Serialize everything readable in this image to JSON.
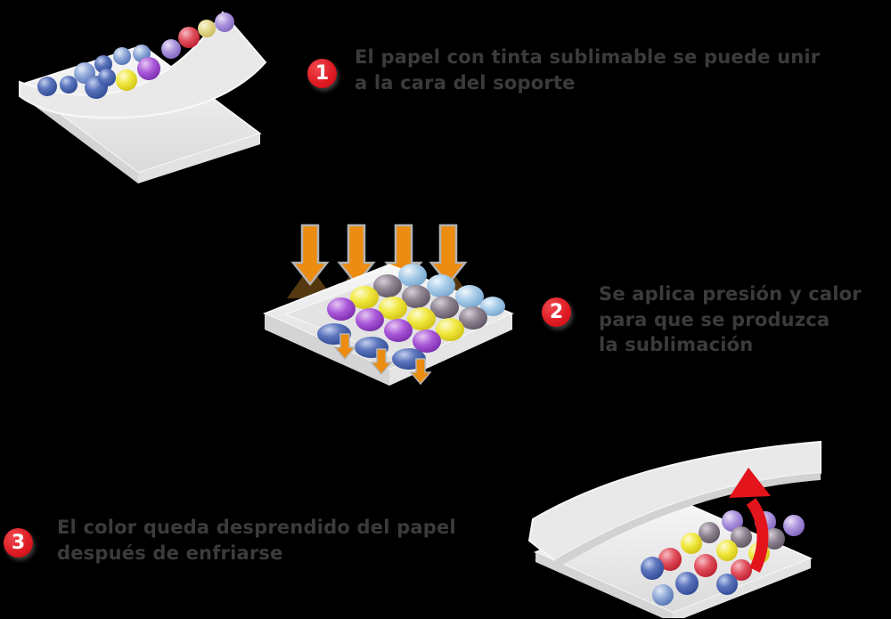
{
  "steps": [
    {
      "number": "1",
      "lines": [
        "El papel con tinta sublimable se puede unir",
        "a la cara del soporte"
      ]
    },
    {
      "number": "2",
      "lines": [
        "Se aplica presión y calor",
        "para que se produzca",
        "la sublimación"
      ]
    },
    {
      "number": "3",
      "lines": [
        "El color queda desprendido del papel",
        "después de enfriarse"
      ]
    }
  ],
  "icons": {
    "step1": "open-paper-with-ink-capsules",
    "step2": "heat-press-arrows-over-capsule-tray",
    "step3": "peeled-paper-releasing-color"
  },
  "palette": {
    "background": "#000000",
    "text": "#3b3b3e",
    "badge_red": "#dd1820",
    "badge_number": "#ffffff",
    "heat_arrow_orange": "#ec8c10",
    "peel_arrow_red": "#e3141c",
    "paper_gray": "#e9e9e9",
    "capsules": {
      "blue": "#4a67b0",
      "steel_blue": "#8fa8d8",
      "light_blue": "#a6cbe8",
      "gray_mauve": "#8d8290",
      "yellow": "#f0e83e",
      "purple": "#a958d8",
      "red": "#e04e5c",
      "lavender": "#ab93dd",
      "pale_yellow": "#e4d98e"
    }
  }
}
